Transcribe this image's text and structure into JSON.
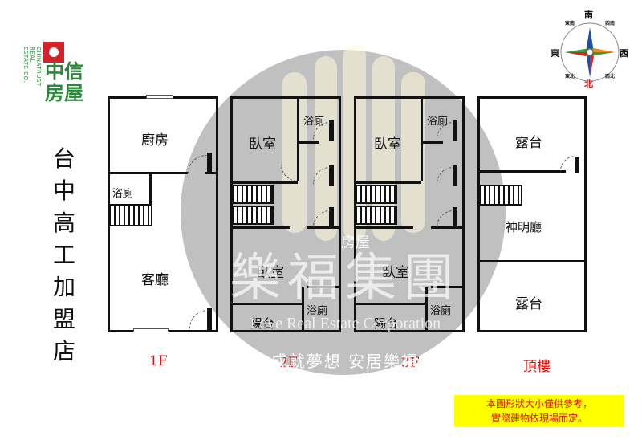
{
  "brand": {
    "name": "中信房屋",
    "english": "CHINATRUST REAL ESTATE CO.",
    "store": "台中高工加盟店"
  },
  "watermark": {
    "name_cn": "樂福集團",
    "name_en": "Love Real Estate Corporation",
    "slogan": "成就夢想 安居樂福",
    "small_text": "房屋"
  },
  "compass": {
    "north": "北",
    "south": "南",
    "east": "東",
    "west": "西",
    "northeast": "東北",
    "northwest": "西北",
    "southeast": "東南",
    "southwest": "西南"
  },
  "floors": [
    {
      "label": "1F",
      "rooms": {
        "kitchen": "廚房",
        "bath": "浴廁",
        "living": "客廳"
      }
    },
    {
      "label": "2F",
      "rooms": {
        "bed1": "臥室",
        "bath1": "浴廁",
        "bed2": "臥室",
        "bath2": "浴廁",
        "balcony": "陽台"
      }
    },
    {
      "label": "3F",
      "rooms": {
        "bed1": "臥室",
        "bath1": "浴廁",
        "bed2": "臥室",
        "bath2": "浴廁",
        "balcony": "陽台"
      }
    },
    {
      "label": "頂樓",
      "rooms": {
        "terrace1": "露台",
        "shrine": "神明廳",
        "terrace2": "露台"
      }
    }
  ],
  "notice": {
    "line1": "本圖形狀大小僅供參考，",
    "line2": "實際建物依現場而定。"
  },
  "colors": {
    "brand_green": "#2a8a3a",
    "brand_red": "#d2232a",
    "floor_label": "#dd1111",
    "notice_bg": "#ffff00"
  }
}
